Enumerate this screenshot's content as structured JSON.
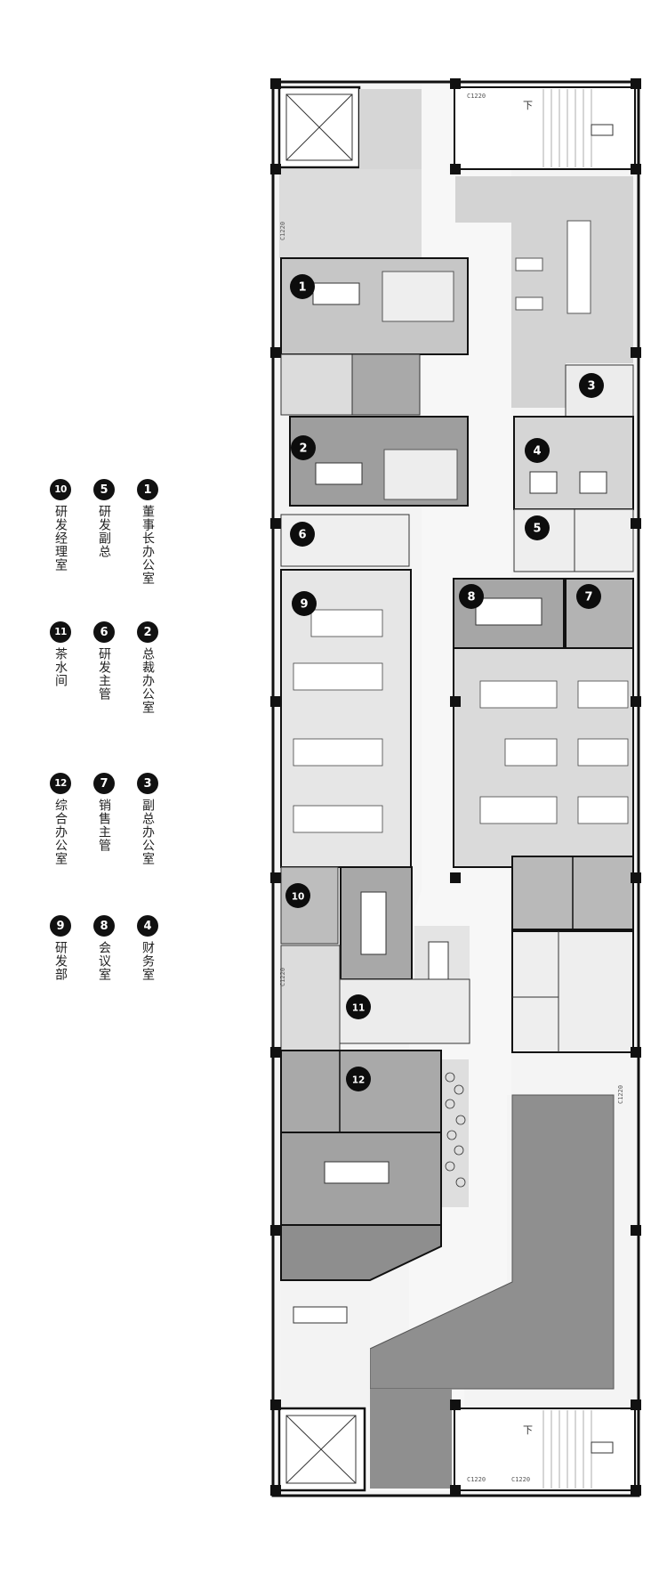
{
  "legend": [
    {
      "id": "1",
      "label": "董事长办公室"
    },
    {
      "id": "2",
      "label": "总裁办公室"
    },
    {
      "id": "3",
      "label": "副总办公室"
    },
    {
      "id": "4",
      "label": "财务室"
    },
    {
      "id": "5",
      "label": "研发副总"
    },
    {
      "id": "6",
      "label": "研发主管"
    },
    {
      "id": "7",
      "label": "销售主管"
    },
    {
      "id": "8",
      "label": "会议室"
    },
    {
      "id": "9",
      "label": "研发部"
    },
    {
      "id": "10",
      "label": "研发经理室"
    },
    {
      "id": "11",
      "label": "茶水间"
    },
    {
      "id": "12",
      "label": "综合办公室"
    }
  ],
  "dimension_labels": [
    "C1220",
    "C1220",
    "C1220",
    "C1220",
    "C1220",
    "C1220"
  ],
  "stair_marks": [
    "下",
    "下"
  ],
  "colors": {
    "dark_room": "#a6a6a6",
    "mid_room": "#c4c4c4",
    "light_room": "#dcdcdc",
    "corridor": "#f2f2f2",
    "wall": "#111111"
  }
}
